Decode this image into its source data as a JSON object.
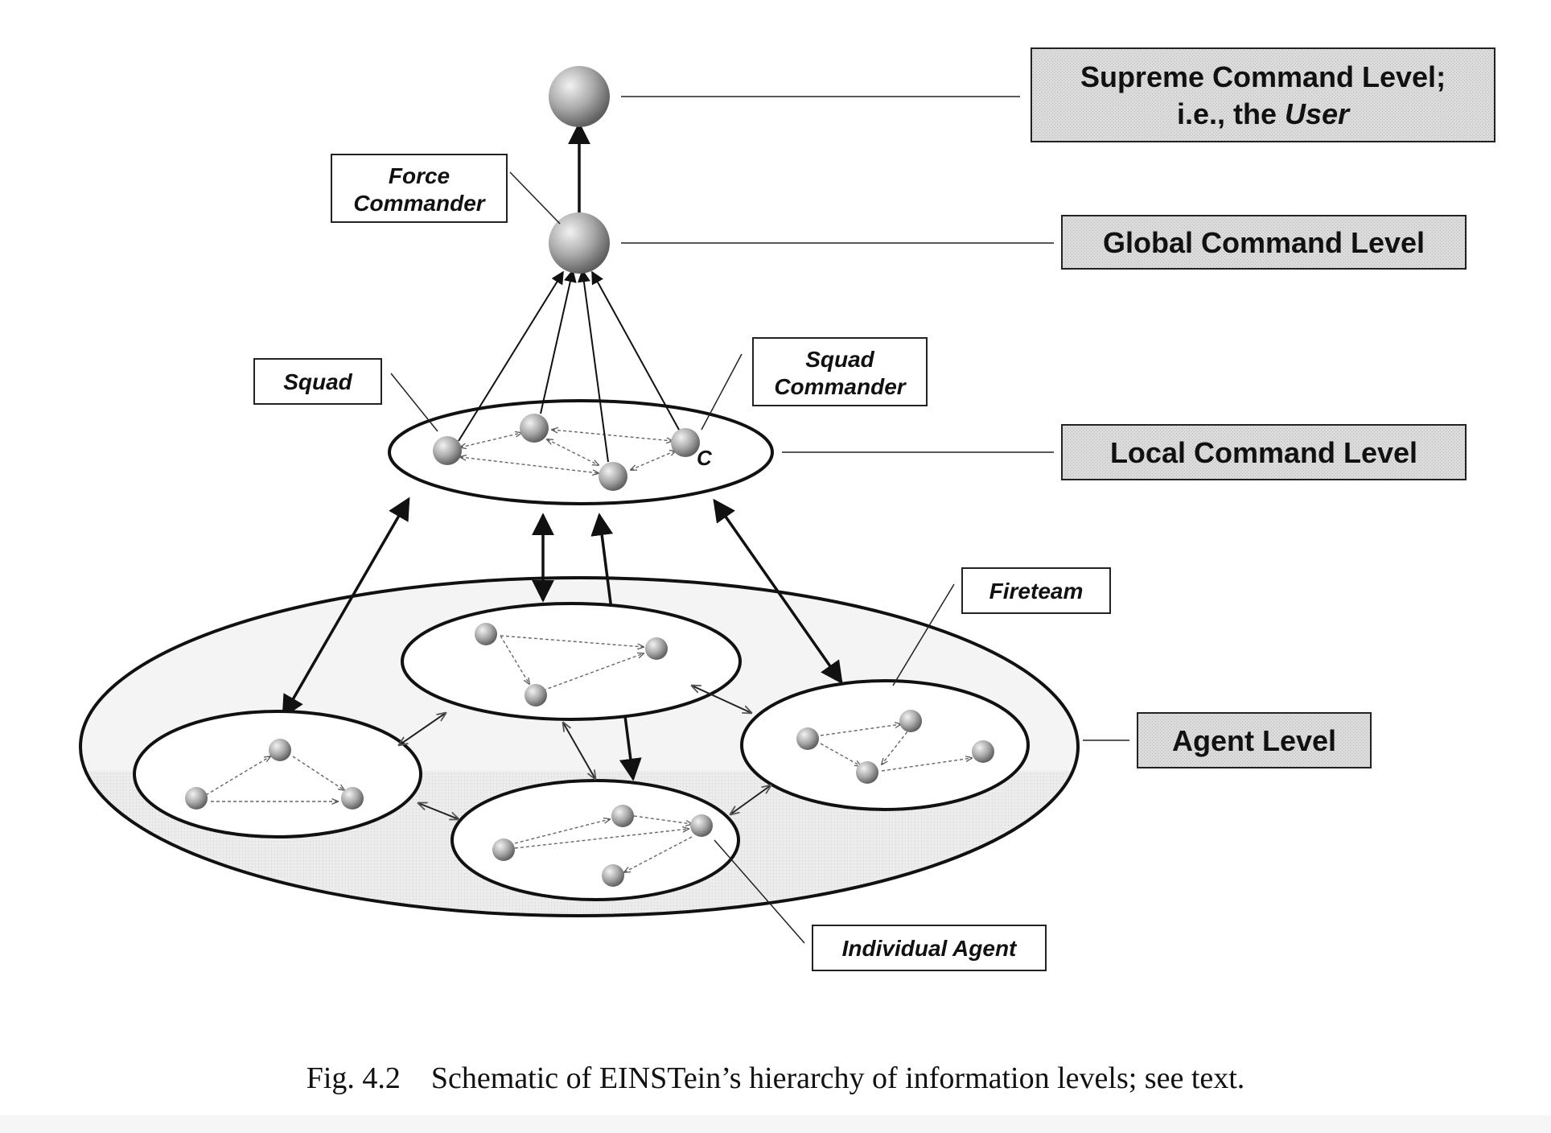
{
  "levels": {
    "supreme_line1": "Supreme Command Level;",
    "supreme_line2_prefix": "i.e., the ",
    "supreme_line2_emph": "User",
    "global": "Global Command Level",
    "local": "Local Command Level",
    "agent": "Agent Level"
  },
  "callouts": {
    "force_commander_line1": "Force",
    "force_commander_line2": "Commander",
    "squad": "Squad",
    "squad_commander_line1": "Squad",
    "squad_commander_line2": "Commander",
    "fireteam": "Fireteam",
    "individual_agent": "Individual Agent",
    "commander_marker": "C"
  },
  "caption": {
    "label": "Fig. 4.2",
    "text": "Schematic of EINSTein’s hierarchy of information levels; see text."
  },
  "colors": {
    "level_box_fill": "#d4d4d4",
    "sphere_light": "#ededed",
    "sphere_dark": "#6a6a6a",
    "ink": "#111111"
  }
}
